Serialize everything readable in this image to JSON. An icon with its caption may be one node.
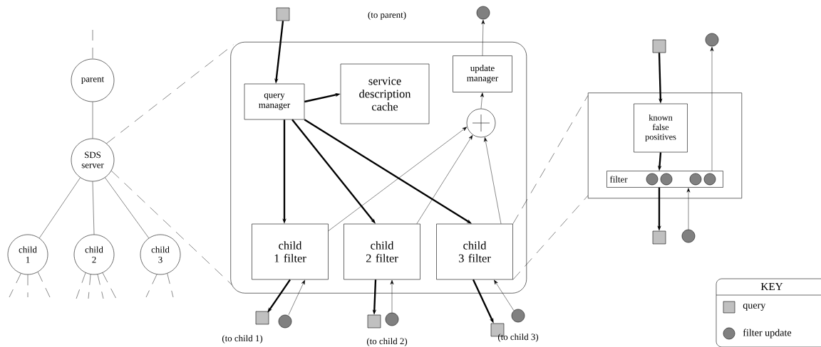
{
  "diagram": {
    "nodes": [
      {
        "text": [
          "parent"
        ]
      },
      {
        "text": [
          "SDS server"
        ]
      },
      {
        "text": [
          "child 1"
        ]
      },
      {
        "text": [
          "child 2"
        ]
      },
      {
        "text": [
          "child 3"
        ]
      },
      {
        "text": [],
        "shape": "box"
      },
      {
        "text": [
          "query manager"
        ],
        "in": 5
      },
      {
        "text": [
          "service description cache"
        ],
        "in": 5
      },
      {
        "text": [
          "update manager"
        ],
        "in": 5
      },
      {
        "text": [],
        "shape": "circle",
        "in": 5
      },
      {
        "text": [
          "child 1 filter"
        ],
        "in": 5
      },
      {
        "text": [
          "child 2 filter"
        ],
        "in": 5
      },
      {
        "text": [
          "child 3 filter"
        ],
        "in": 5
      },
      {
        "text": [],
        "shape": "box"
      },
      {
        "text": [],
        "shape": "circle"
      },
      {
        "text": [],
        "shape": "box"
      },
      {
        "text": [],
        "shape": "circle"
      },
      {
        "text": [],
        "shape": "box"
      },
      {
        "text": [],
        "shape": "circle"
      },
      {
        "text": [],
        "shape": "box"
      },
      {
        "text": [],
        "shape": "circle"
      },
      {
        "text": [],
        "shape": "box"
      },
      {
        "text": [
          "known false positives"
        ],
        "in": 21
      },
      {
        "text": [
          "filter"
        ],
        "in": 21
      },
      {
        "text": [],
        "shape": "box"
      },
      {
        "text": [],
        "shape": "circle"
      },
      {
        "text": [],
        "shape": "box"
      },
      {
        "text": [],
        "shape": "circle"
      }
    ],
    "edges": [
      {
        "from": null,
        "to": 0,
        "arrow": "none",
        "style": "dashed"
      },
      {
        "from": 0,
        "to": 1,
        "arrow": "none"
      },
      {
        "from": 1,
        "to": 2,
        "arrow": "none"
      },
      {
        "from": 1,
        "to": 3,
        "arrow": "none"
      },
      {
        "from": 1,
        "to": 4,
        "arrow": "none"
      },
      {
        "from": 2,
        "to": null,
        "arrow": "none",
        "style": "dashed"
      },
      {
        "from": 2,
        "to": null,
        "arrow": "none",
        "style": "dashed"
      },
      {
        "from": 2,
        "to": null,
        "arrow": "none",
        "style": "dashed"
      },
      {
        "from": 3,
        "to": null,
        "arrow": "none",
        "style": "dashed"
      },
      {
        "from": 3,
        "to": null,
        "arrow": "none",
        "style": "dashed"
      },
      {
        "from": 3,
        "to": null,
        "arrow": "none",
        "style": "dashed"
      },
      {
        "from": 3,
        "to": null,
        "arrow": "none",
        "style": "dashed"
      },
      {
        "from": 4,
        "to": null,
        "arrow": "none",
        "style": "dashed"
      },
      {
        "from": 4,
        "to": null,
        "arrow": "none",
        "style": "dashed"
      },
      {
        "from": 1,
        "to": 5,
        "arrow": "none",
        "style": "dashed"
      },
      {
        "from": 1,
        "to": 5,
        "arrow": "none",
        "style": "dashed"
      },
      {
        "from": 13,
        "to": 6,
        "arrow": "to",
        "style": "thick"
      },
      {
        "from": 6,
        "to": 7,
        "arrow": "to",
        "style": "thick"
      },
      {
        "from": 6,
        "to": 10,
        "arrow": "to",
        "style": "thick"
      },
      {
        "from": 6,
        "to": 11,
        "arrow": "to",
        "style": "thick"
      },
      {
        "from": 6,
        "to": 12,
        "arrow": "to",
        "style": "thick"
      },
      {
        "from": 10,
        "to": 9,
        "arrow": "to"
      },
      {
        "from": 11,
        "to": 9,
        "arrow": "to"
      },
      {
        "from": 12,
        "to": 9,
        "arrow": "to"
      },
      {
        "from": 9,
        "to": 8,
        "arrow": "to"
      },
      {
        "from": 8,
        "to": 14,
        "arrow": "to"
      },
      {
        "from": 10,
        "to": 15,
        "arrow": "to",
        "style": "thick"
      },
      {
        "from": 16,
        "to": 10,
        "arrow": "to"
      },
      {
        "from": 11,
        "to": 17,
        "arrow": "to",
        "style": "thick"
      },
      {
        "from": 18,
        "to": 11,
        "arrow": "to"
      },
      {
        "from": 12,
        "to": 19,
        "arrow": "to",
        "style": "thick"
      },
      {
        "from": 20,
        "to": 12,
        "arrow": "to"
      },
      {
        "from": 12,
        "to": 21,
        "arrow": "none",
        "style": "dashed"
      },
      {
        "from": 12,
        "to": 21,
        "arrow": "none",
        "style": "dashed"
      },
      {
        "from": 24,
        "to": 22,
        "arrow": "to",
        "style": "thick"
      },
      {
        "from": 22,
        "to": 23,
        "arrow": "to",
        "style": "thick"
      },
      {
        "from": 23,
        "to": 26,
        "arrow": "to",
        "style": "thick"
      },
      {
        "from": 27,
        "to": 23,
        "arrow": "to"
      },
      {
        "from": 23,
        "to": 25,
        "arrow": "to"
      }
    ],
    "labels": [
      "(to parent)",
      "(to child 1)",
      "(to child 2)",
      "(to child 3)",
      "KEY"
    ],
    "legend": [
      {
        "text": "query",
        "color": "#c0c0c0"
      },
      {
        "text": "filter update",
        "color": "#808080"
      }
    ]
  }
}
